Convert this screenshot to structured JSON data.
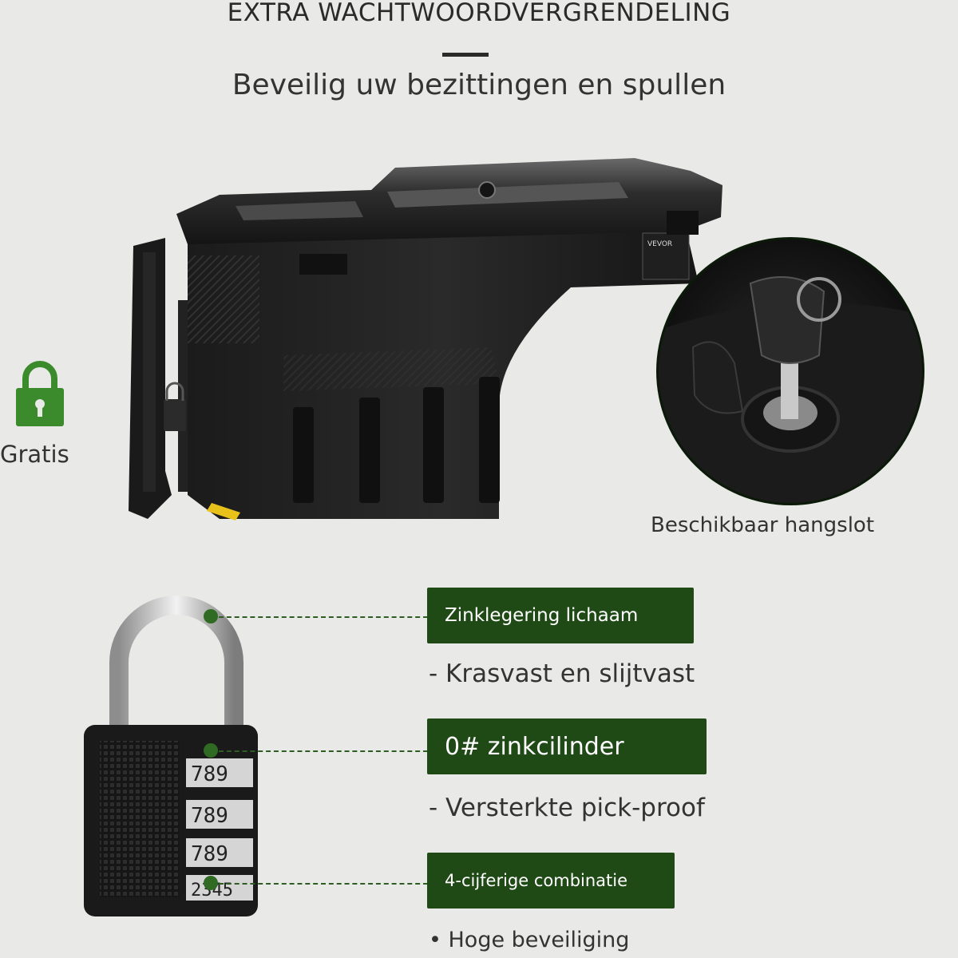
{
  "header": {
    "title": "EXTRA WACHTWOORDVERGRENDELING",
    "subtitle": "Beveilig uw bezittingen en spullen"
  },
  "badge": {
    "icon": "padlock-icon",
    "label": "Gratis",
    "color": "#3b8a2c"
  },
  "key_lock": {
    "caption": "Beschikbaar hangslot"
  },
  "features": [
    {
      "tag": "Zinklegering lichaam",
      "detail": "- Krasvast en slijtvast"
    },
    {
      "tag": "0# zinkcilinder",
      "detail": "- Versterkte pick-proof"
    },
    {
      "tag": "4-cijferige combinatie",
      "detail": "• Hoge beveiliging"
    }
  ],
  "combination_dials": [
    "789",
    "789",
    "789",
    "2345"
  ],
  "product_logo": "VEVOR",
  "colors": {
    "tag_bg": "#1f4a16",
    "accent_green": "#3b8a2c",
    "background": "#e9e9e7"
  }
}
